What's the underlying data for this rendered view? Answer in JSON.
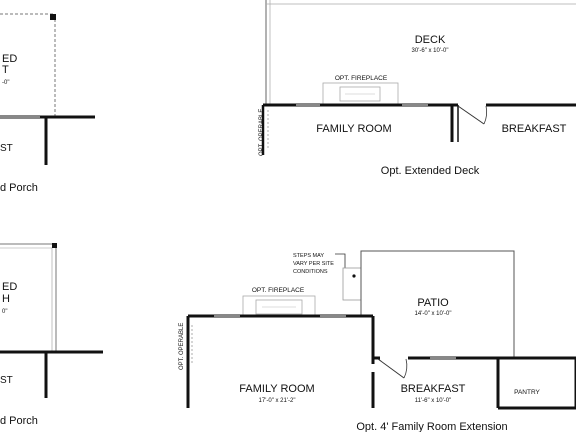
{
  "texts": {
    "porch_top_word_1": "ED",
    "porch_top_word_2": "T",
    "porch_top_dim": "-0\"",
    "porch_top_room": "ST",
    "porch_top_caption": "d Porch",
    "porch_bottom_word_1": "ED",
    "porch_bottom_word_2": "H",
    "porch_bottom_dim": "0\"",
    "porch_bottom_room": "ST",
    "porch_bottom_caption": "d Porch",
    "deck_title": "DECK",
    "deck_dim": "30'-6\" x 10'-0\"",
    "deck_fireplace": "OPT. FIREPLACE",
    "deck_operable": "OPT. OPERABLE",
    "deck_family_room": "FAMILY ROOM",
    "deck_breakfast": "BREAKFAST",
    "deck_caption": "Opt. Extended Deck",
    "ext_steps_note_1": "STEPS MAY",
    "ext_steps_note_2": "VARY PER SITE",
    "ext_steps_note_3": "CONDITIONS",
    "ext_fireplace": "OPT. FIREPLACE",
    "ext_patio": "PATIO",
    "ext_patio_dim": "14'-0\" x 10'-0\"",
    "ext_operable": "OPT. OPERABLE",
    "ext_family_room": "FAMILY ROOM",
    "ext_family_dim": "17'-0\" x 21'-2\"",
    "ext_breakfast": "BREAKFAST",
    "ext_breakfast_dim": "11'-6\" x 10'-0\"",
    "ext_pantry": "PANTRY",
    "ext_caption": "Opt. 4' Family Room Extension"
  }
}
